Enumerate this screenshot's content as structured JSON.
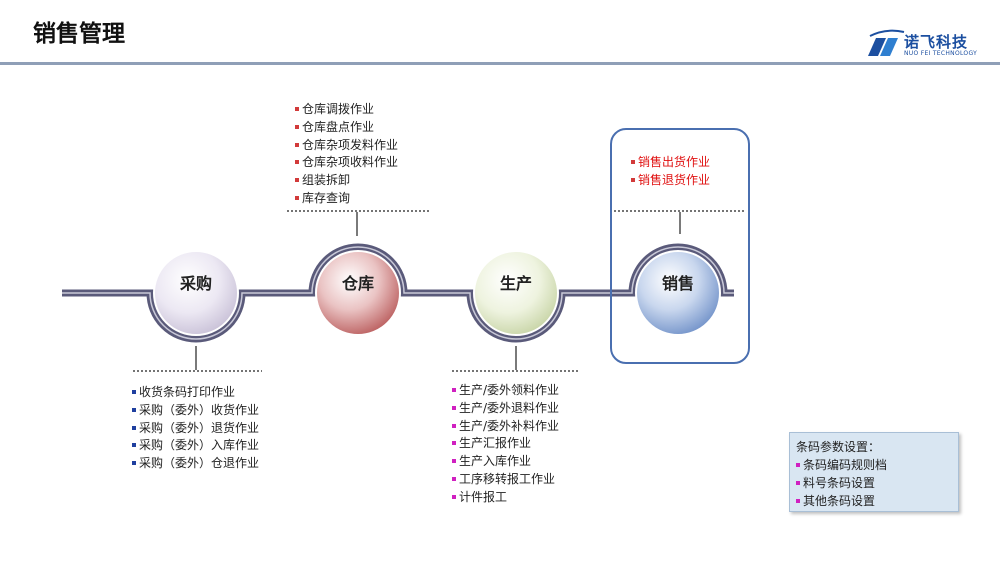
{
  "header": {
    "title": "销售管理",
    "logo_cn": "诺飞科技",
    "logo_en": "NUO FEI TECHNOLOGY"
  },
  "nodes": {
    "purchase": "采购",
    "warehouse": "仓库",
    "production": "生产",
    "sales": "销售"
  },
  "warehouse_list": [
    "仓库调拨作业",
    "仓库盘点作业",
    "仓库杂项发料作业",
    "仓库杂项收料作业",
    "组装拆卸",
    "库存查询"
  ],
  "sales_list": [
    "销售出货作业",
    "销售退货作业"
  ],
  "purchase_list": [
    "收货条码打印作业",
    "采购（委外）收货作业",
    "采购（委外）退货作业",
    "采购（委外）入库作业",
    "采购（委外）仓退作业"
  ],
  "production_list": [
    "生产/委外领料作业",
    "生产/委外退料作业",
    "生产/委外补料作业",
    "生产汇报作业",
    "生产入库作业",
    "工序移转报工作业",
    "计件报工"
  ],
  "barcode_config": {
    "title": "条码参数设置：",
    "items": [
      "条码编码规则档",
      "料号条码设置",
      "其他条码设置"
    ]
  },
  "colors": {
    "track": "#5a5a7a",
    "bullet_red": "#d23a3a",
    "bullet_blue": "#1f3f9f",
    "bullet_magenta": "#d020c0",
    "sales_frame": "#4a6fb0"
  }
}
